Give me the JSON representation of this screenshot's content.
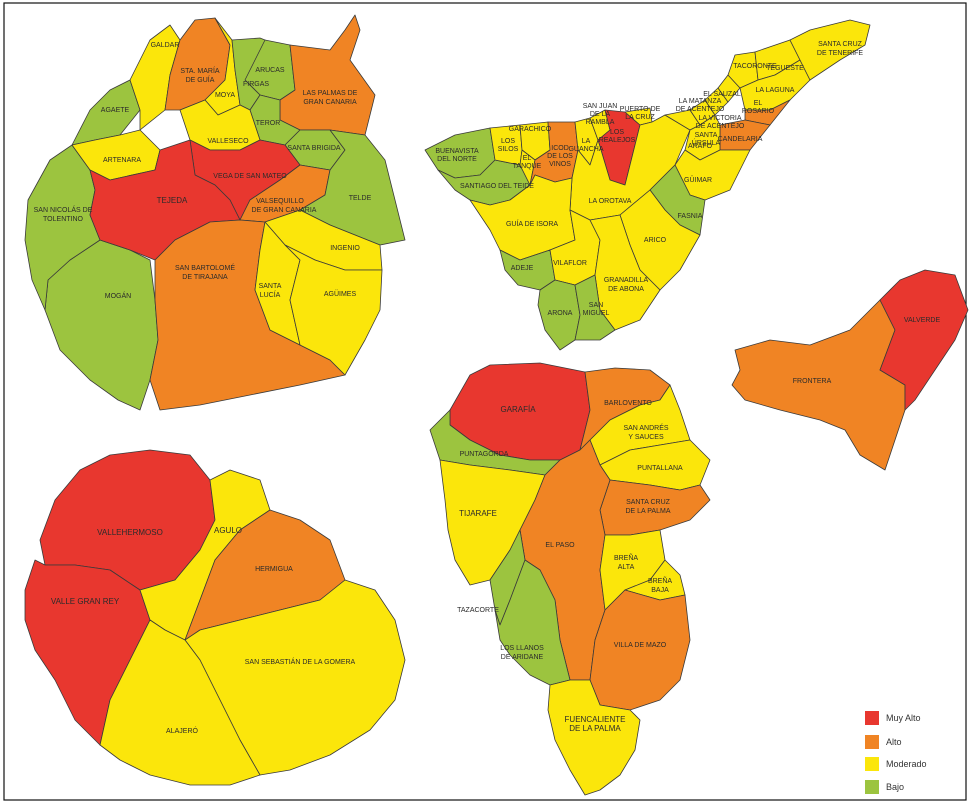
{
  "colors": {
    "muy_alto": "#e8372f",
    "alto": "#f08424",
    "moderado": "#fbe60b",
    "bajo": "#9cc43f"
  },
  "legend": [
    {
      "label": "Muy Alto",
      "color_key": "muy_alto"
    },
    {
      "label": "Alto",
      "color_key": "alto"
    },
    {
      "label": "Moderado",
      "color_key": "moderado"
    },
    {
      "label": "Bajo",
      "color_key": "bajo"
    }
  ],
  "gran_canaria": {
    "labels": {
      "galdar": "GALDAR",
      "santa_maria_guia_1": "STA. MARÍA",
      "santa_maria_guia_2": "DE GUÍA",
      "arucas": "ARUCAS",
      "agaete": "AGAETE",
      "moya": "MOYA",
      "firgas": "FIRGAS",
      "las_palmas_1": "LAS PALMAS DE",
      "las_palmas_2": "GRAN CANARIA",
      "teror": "TEROR",
      "artenara": "ARTENARA",
      "valleseco": "VALLESECO",
      "santa_brigida": "SANTA BRIGIDA",
      "vega_san_mateo": "VEGA DE SAN MATEO",
      "tejeda": "TEJEDA",
      "valsequillo_1": "VALSEQUILLO",
      "valsequillo_2": "DE GRAN CANARIA",
      "telde": "TELDE",
      "san_nicolas_1": "SAN NICOLÁS DE",
      "san_nicolas_2": "TOLENTINO",
      "ingenio": "INGENIO",
      "san_bartolome_1": "SAN BARTOLOMÉ",
      "san_bartolome_2": "DE TIRAJANA",
      "santa_lucia_1": "SANTA",
      "santa_lucia_2": "LUCÍA",
      "aguimes": "AGÜIMES",
      "mogan": "MOGÁN"
    }
  },
  "tenerife": {
    "labels": {
      "tacoronte": "TACORONTE",
      "tegueste": "TEGUESTE",
      "santa_cruz_1": "SANTA CRUZ",
      "santa_cruz_2": "DE TENERIFE",
      "la_laguna": "LA LAGUNA",
      "el_sauzal": "EL SAUZAL",
      "la_matanza_1": "LA MATANZA",
      "la_matanza_2": "DE ACENTEJO",
      "el_rosario_1": "EL",
      "el_rosario_2": "ROSARIO",
      "la_victoria_1": "LA VICTORIA",
      "la_victoria_2": "DE ACENTEJO",
      "santa_ursula_1": "SANTA",
      "santa_ursula_2": "ÚRSULA",
      "puerto_cruz_1": "PUERTO DE",
      "puerto_cruz_2": "LA CRUZ",
      "san_juan_rambla_1": "SAN JUAN",
      "san_juan_rambla_2": "DE LA",
      "san_juan_rambla_3": "RAMBLA",
      "garachico": "GARACHICO",
      "los_silos_1": "LOS",
      "los_silos_2": "SILOS",
      "el_tanque_1": "EL",
      "el_tanque_2": "TANQUE",
      "icod_1": "ICOD",
      "icod_2": "DE LOS",
      "icod_3": "VINOS",
      "la_guancha_1": "LA",
      "la_guancha_2": "GUANCHA",
      "los_realejos_1": "LOS",
      "los_realejos_2": "REALEJOS",
      "candelaria": "CANDELARIA",
      "arafo": "ARAFO",
      "buenavista_1": "BUENAVISTA",
      "buenavista_2": "DEL NORTE",
      "santiago_teide": "SANTIAGO DEL TEIDE",
      "la_orotava": "LA OROTAVA",
      "guimar": "GÜIMAR",
      "fasnia": "FASNIA",
      "guia_isora": "GUÍA DE ISORA",
      "arico": "ARICO",
      "adeje": "ADEJE",
      "vilaflor": "VILAFLOR",
      "granadilla_1": "GRANADILLA",
      "granadilla_2": "DE ABONA",
      "arona": "ARONA",
      "san_miguel_1": "SAN",
      "san_miguel_2": "MIGUEL"
    }
  },
  "el_hierro": {
    "labels": {
      "valverde": "VALVERDE",
      "frontera": "FRONTERA"
    }
  },
  "la_gomera": {
    "labels": {
      "vallehermoso": "VALLEHERMOSO",
      "agulo": "AGULO",
      "hermigua": "HERMIGUA",
      "valle_gran_rey": "VALLE GRAN REY",
      "san_sebastian": "SAN SEBASTIÁN DE LA GOMERA",
      "alajero": "ALAJERÓ"
    }
  },
  "la_palma": {
    "labels": {
      "garafia": "GARAFÍA",
      "barlovento": "BARLOVENTO",
      "san_andres_1": "SAN ANDRÉS",
      "san_andres_2": "Y SAUCES",
      "puntagorda": "PUNTAGORDA",
      "puntallana": "PUNTALLANA",
      "tijarafe": "TIJARAFE",
      "santa_cruz_1": "SANTA CRUZ",
      "santa_cruz_2": "DE LA PALMA",
      "el_paso": "EL PASO",
      "brena_alta_1": "BREÑA",
      "brena_alta_2": "ALTA",
      "brena_baja_1": "BREÑA",
      "brena_baja_2": "BAJA",
      "tazacorte": "TAZACORTE",
      "villa_mazo": "VILLA DE MAZO",
      "los_llanos_1": "LOS LLANOS",
      "los_llanos_2": "DE ARIDANE",
      "fuencaliente_1": "FUENCALIENTE",
      "fuencaliente_2": "DE LA PALMA"
    }
  }
}
